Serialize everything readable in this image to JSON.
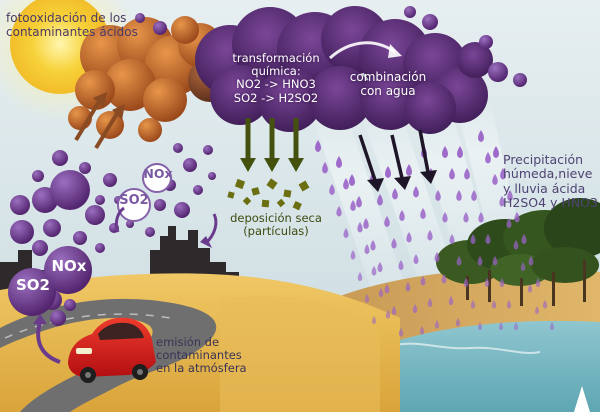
{
  "labels": {
    "photooxidation": [
      "fotooxidación de los",
      "contaminantes ácidos"
    ],
    "transformation": [
      "transformación",
      "química:",
      "NO2 -> HNO3",
      "SO2 -> H2SO2"
    ],
    "combination": [
      "combinación",
      "con agua"
    ],
    "dry_deposition": [
      "deposición seca",
      "(partículas)"
    ],
    "precipitation": [
      "Precipitación",
      "húmeda,nieve",
      "y lluvia ácida",
      "H2SO4 y HNO3"
    ],
    "emission": [
      "emisión de",
      "contaminantes",
      "en la atmósfera"
    ]
  },
  "gases": {
    "so2_small": "SO2",
    "nox_small": "NOx",
    "so2_large": "SO2",
    "nox_large": "NOx"
  },
  "colors": {
    "sky": "#dce8ec",
    "sun": "#f3c21a",
    "cloud_orange": "#c9682a",
    "cloud_purple": "#5e2f7c",
    "acid_drop": "#9a63c7",
    "road": "#6e6e6e",
    "sand": "#e5b64e",
    "car": "#d51b1b",
    "dry_particles": "#6b6f12",
    "trees": "#2f4c1c"
  }
}
